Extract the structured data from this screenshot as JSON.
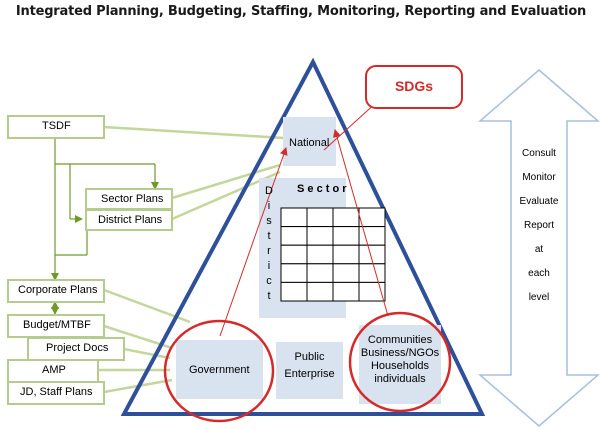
{
  "title": "Integrated Planning, Budgeting, Staffing, Monitoring, Reporting and Evaluation",
  "left_boxes": {
    "tsdf": "TSDF",
    "sector_plans": "Sector Plans",
    "district_plans": "District Plans",
    "corporate_plans": "Corporate Plans",
    "budget_mtbf": "Budget/MTBF",
    "project_docs": "Project Docs",
    "amp": "AMP",
    "jd_staff_plans": "JD, Staff Plans"
  },
  "pyramid": {
    "national": "National",
    "sector": "S e c t o r",
    "district_letters": [
      "D",
      "i",
      "s",
      "t",
      "r",
      "i",
      "c",
      "t"
    ],
    "government": "Government",
    "public_enterprise_line1": "Public",
    "public_enterprise_line2": "Enterprise",
    "communities_line1": "Communities",
    "communities_line2": "Business/NGOs",
    "communities_line3": "Households",
    "communities_line4": "individuals"
  },
  "sdgs": "SDGs",
  "arrow_text": [
    "Consult",
    "Monitor",
    "Evaluate",
    "Report",
    "at",
    "each",
    "level"
  ],
  "grid": {
    "rows": 5,
    "cols": 4
  },
  "colors": {
    "box_fill": "#d9e2ef",
    "box_outline": "#b6cc8d",
    "green_line": "#c3d69b",
    "green_arrow": "#6f9a2a",
    "triangle": "#2e4f99",
    "red": "#d62a2a",
    "sdg_text": "#d62a2a",
    "arrow_outline": "#a8bfdc"
  }
}
